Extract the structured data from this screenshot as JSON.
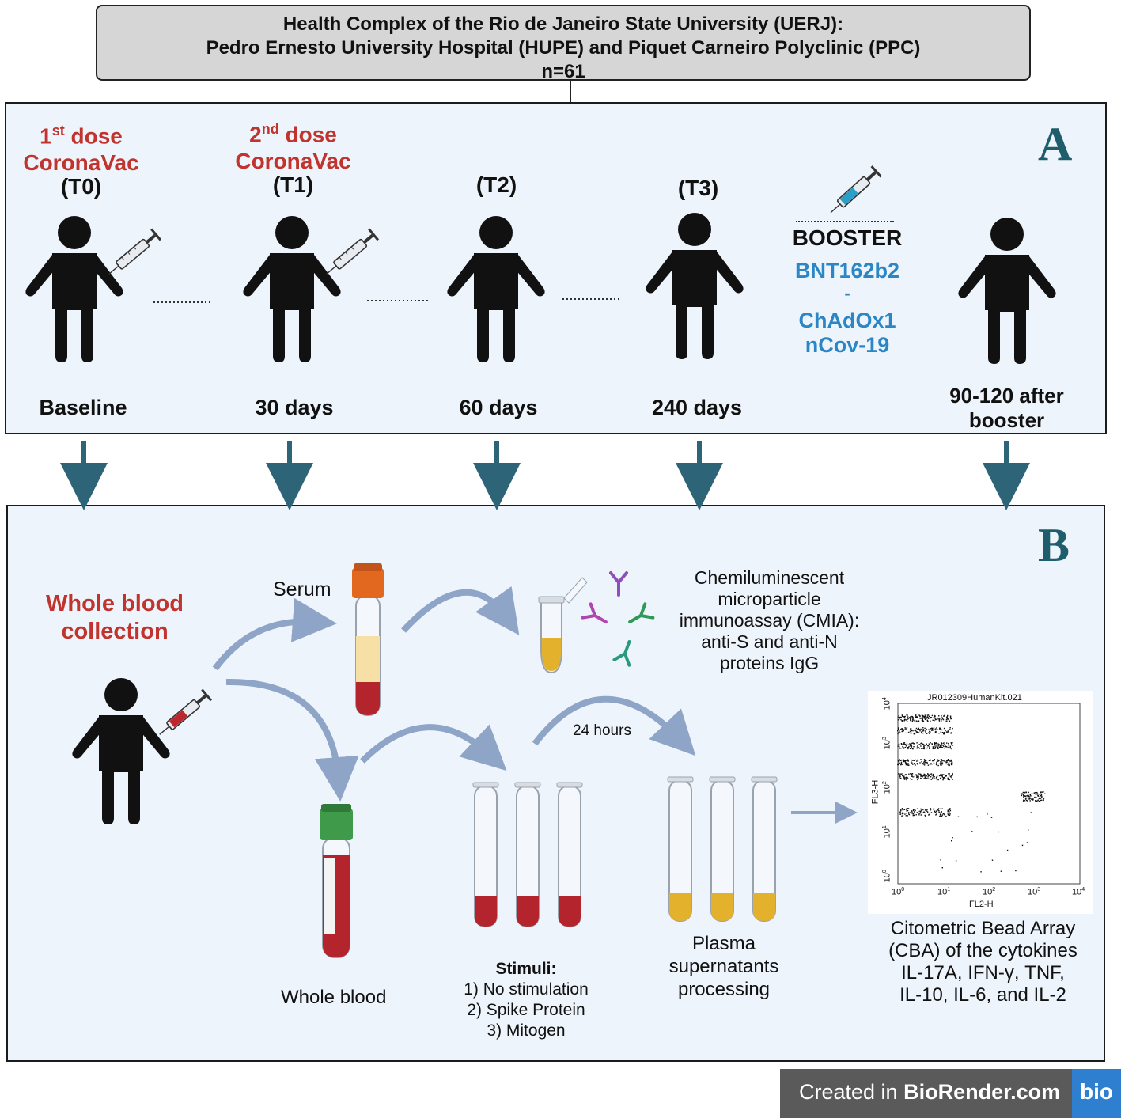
{
  "header": {
    "line1": "Health Complex of the Rio de Janeiro State University (UERJ):",
    "line2": "Pedro Ernesto University Hospital (HUPE) and Piquet Carneiro Polyclinic (PPC)",
    "line3": "n=61"
  },
  "panel_a": {
    "letter": "A",
    "t0": {
      "dose_num": "1",
      "dose_sup": "st",
      "dose_word": " dose",
      "vaccine": "CoronaVac",
      "label": "(T0)",
      "day": "Baseline"
    },
    "t1": {
      "dose_num": "2",
      "dose_sup": "nd",
      "dose_word": " dose",
      "vaccine": "CoronaVac",
      "label": "(T1)",
      "day": "30 days"
    },
    "t2": {
      "label": "(T2)",
      "day": "60 days"
    },
    "t3": {
      "label": "(T3)",
      "day": "240 days"
    },
    "booster": {
      "title": "BOOSTER",
      "vac1": "BNT162b2",
      "sep": "-",
      "vac2a": "ChAdOx1",
      "vac2b": "nCov-19"
    },
    "after": {
      "line1": "90-120 after",
      "line2": "booster"
    }
  },
  "panel_b": {
    "letter": "B",
    "whole_blood_title": {
      "line1": "Whole blood",
      "line2": "collection"
    },
    "serum": "Serum",
    "whole_blood": "Whole blood",
    "cmia": {
      "line1": "Chemiluminescent",
      "line2": "microparticle",
      "line3": "immunoassay (CMIA):",
      "line4": "anti-S and anti-N",
      "line5": "proteins IgG"
    },
    "hours": "24 hours",
    "stimuli": {
      "title": "Stimuli:",
      "s1": "1) No stimulation",
      "s2": "2) Spike Protein",
      "s3": "3) Mitogen"
    },
    "plasma": {
      "line1": "Plasma",
      "line2": "supernatants",
      "line3": "processing"
    },
    "cba": {
      "line1": "Citometric Bead Array",
      "line2": "(CBA) of the cytokines",
      "line3": "IL-17A, IFN-γ, TNF,",
      "line4": "IL-10, IL-6, and IL-2"
    },
    "plot": {
      "title": "JR012309HumanKit.021",
      "xlabel": "FL2-H",
      "ylabel": "FL3-H",
      "ticks": [
        "10",
        "10",
        "10",
        "10",
        "10"
      ],
      "exps": [
        "0",
        "1",
        "2",
        "3",
        "4"
      ]
    }
  },
  "footer": {
    "prefix": "Created in ",
    "brand": "BioRender.com",
    "logo": "bio"
  },
  "colors": {
    "accent_red": "#c0342d",
    "accent_blue": "#2b86c5",
    "arrow_teal": "#2e6478",
    "panel_bg": "#eef4fb",
    "flow_arrow": "#8ea5c8"
  }
}
